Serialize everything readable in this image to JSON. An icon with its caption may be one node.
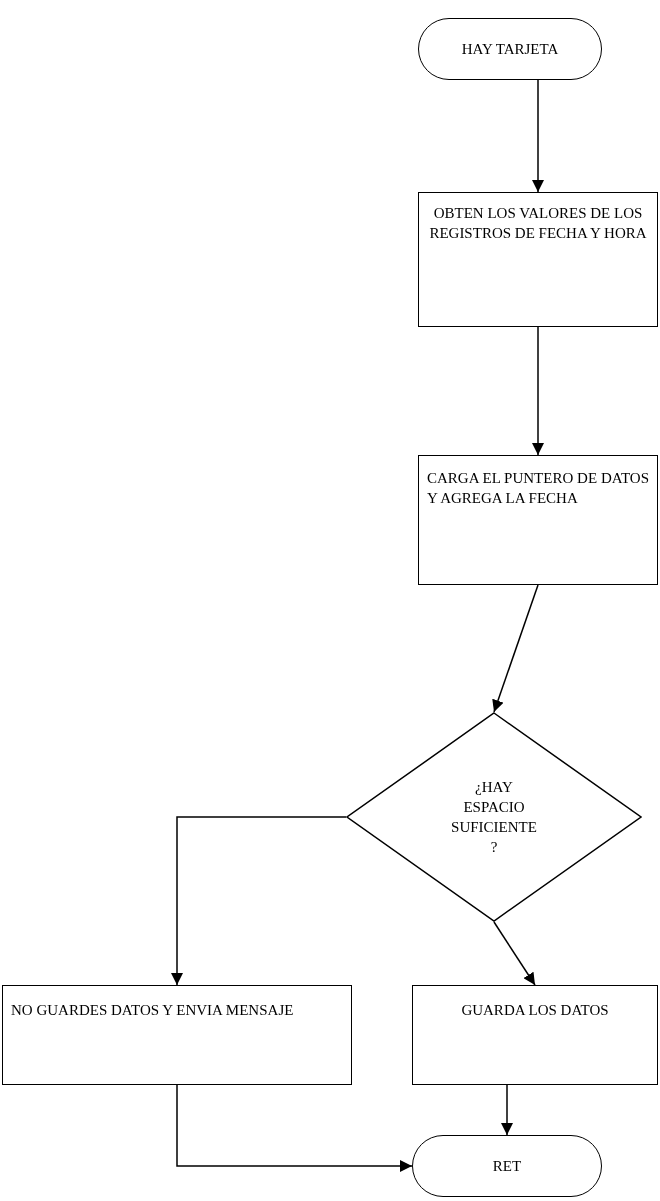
{
  "diagram": {
    "nodes": [
      {
        "text": [
          "HAY TARJETA"
        ]
      },
      {
        "text": [
          "OBTEN LOS VALORES DE LOS REGISTROS DE FECHA Y HORA"
        ]
      },
      {
        "text": [
          "CARGA EL PUNTERO DE DATOS Y AGREGA LA FECHA"
        ]
      },
      {
        "text": [
          "¿HAY ESPACIO SUFICIENTE ?"
        ]
      },
      {
        "text": [
          "NO GUARDES DATOS Y ENVIA MENSAJE"
        ]
      },
      {
        "text": [
          "GUARDA LOS DATOS"
        ]
      },
      {
        "text": [
          "RET"
        ]
      }
    ],
    "edges": [
      {
        "from": 0,
        "to": 1,
        "arrow": "to"
      },
      {
        "from": 1,
        "to": 2,
        "arrow": "to"
      },
      {
        "from": 2,
        "to": 3,
        "arrow": "to"
      },
      {
        "from": 3,
        "to": 4,
        "arrow": "to"
      },
      {
        "from": 3,
        "to": 5,
        "arrow": "to"
      },
      {
        "from": 5,
        "to": 6,
        "arrow": "to"
      },
      {
        "from": 4,
        "to": 6,
        "arrow": "to"
      }
    ]
  }
}
